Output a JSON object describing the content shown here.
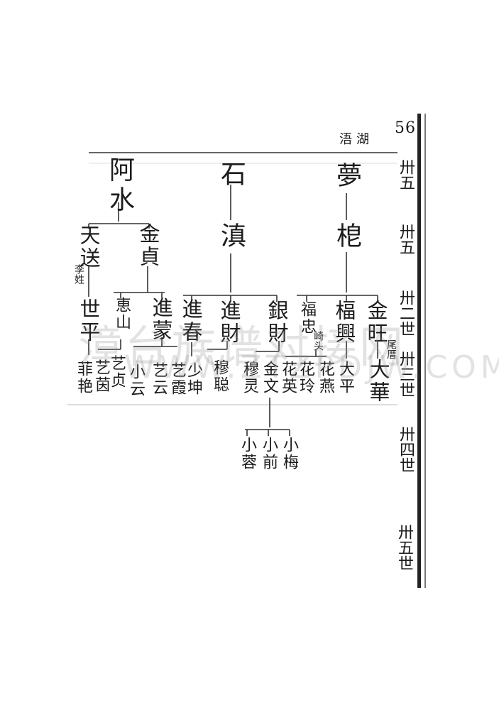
{
  "page_number": "56",
  "village": "浯湖",
  "watermark": {
    "cn": "漳台族谱对接网",
    "url": "WWW.ZTZPDJW.COM"
  },
  "generations": [
    "卅五",
    "卅五",
    "卅二世",
    "卅三世",
    "卅四世",
    "卅五世"
  ],
  "tree": {
    "row1": [
      "夢",
      "石",
      "阿水"
    ],
    "row2": [
      "梎",
      "滇"
    ],
    "row2b": [
      "金貞",
      "天送"
    ],
    "row2b_note": "李姓",
    "row3": [
      "金旺",
      "楅興",
      "福忠",
      "銀財",
      "進財",
      "進春",
      "進蒙",
      "恵山",
      "世平"
    ],
    "row3_notes": {
      "a": "尾厝",
      "b": "崎头"
    },
    "row4": [
      "大華",
      "大平",
      "花燕",
      "花玲",
      "花英",
      "金文",
      "穆灵",
      "穆聪",
      "少坤",
      "艺霞",
      "艺云",
      "小云",
      "艺贞",
      "艺茵",
      "菲艳"
    ],
    "row5": [
      "小梅",
      "小前",
      "小蓉"
    ]
  }
}
